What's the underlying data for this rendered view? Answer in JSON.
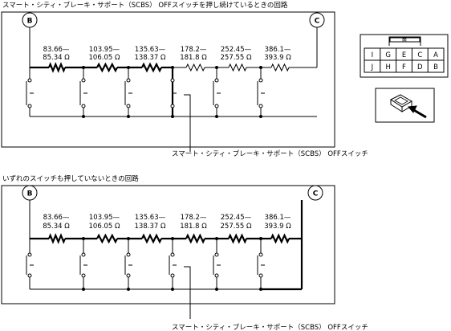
{
  "top_diagram": {
    "title": "スマート・シティ・ブレーキ・サポート（SCBS） OFFスイッチを押し続けているときの回路",
    "node_left": "B",
    "node_right": "C",
    "resistors": [
      {
        "label_top": "83.66—",
        "label_bottom": "85.34 Ω"
      },
      {
        "label_top": "103.95—",
        "label_bottom": "106.05 Ω"
      },
      {
        "label_top": "135.63—",
        "label_bottom": "138.37 Ω"
      },
      {
        "label_top": "178.2—",
        "label_bottom": "181.8 Ω"
      },
      {
        "label_top": "252.45—",
        "label_bottom": "257.55 Ω"
      },
      {
        "label_top": "386.1—",
        "label_bottom": "393.9 Ω"
      }
    ],
    "switch_caption": "スマート・シティ・ブレーキ・サポート（SCBS） OFFスイッチ"
  },
  "bottom_diagram": {
    "title": "いずれのスイッチも押していないときの回路",
    "node_left": "B",
    "node_right": "C",
    "resistors": [
      {
        "label_top": "83.66—",
        "label_bottom": "85.34 Ω"
      },
      {
        "label_top": "103.95—",
        "label_bottom": "106.05 Ω"
      },
      {
        "label_top": "135.63—",
        "label_bottom": "138.37 Ω"
      },
      {
        "label_top": "178.2—",
        "label_bottom": "181.8 Ω"
      },
      {
        "label_top": "252.45—",
        "label_bottom": "257.55 Ω"
      },
      {
        "label_top": "386.1—",
        "label_bottom": "393.9 Ω"
      }
    ],
    "switch_caption": "スマート・シティ・ブレーキ・サポート（SCBS） OFFスイッチ"
  },
  "connector": {
    "top_row": [
      "I",
      "G",
      "E",
      "C",
      "A"
    ],
    "bottom_row": [
      "J",
      "H",
      "F",
      "D",
      "B"
    ]
  }
}
